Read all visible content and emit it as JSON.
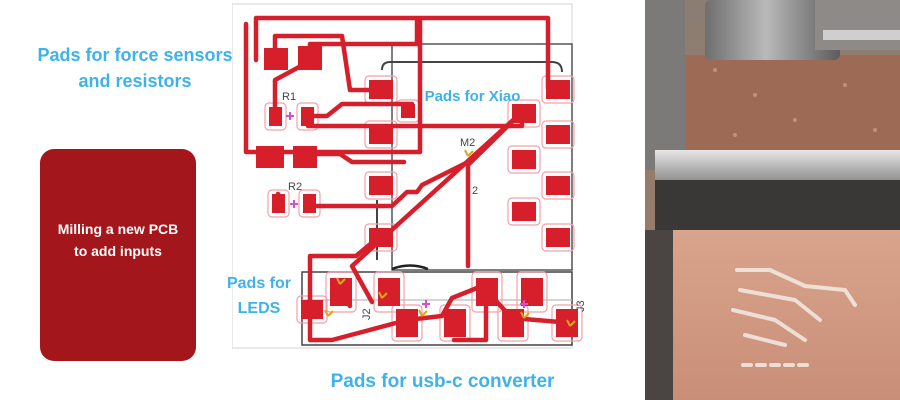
{
  "callouts": {
    "force_sensors": "Pads for force sensors and resistors",
    "xiao": "Pads for Xiao",
    "leds": "Pads for LEDS",
    "usbc": "Pads for usb-c converter"
  },
  "card": {
    "text": "Milling a new PCB to add inputs",
    "color": "#a3171c"
  },
  "pcb_labels": {
    "r1": "R1",
    "r2": "R2",
    "m2": "M2",
    "j2": "J2",
    "j3": "J3",
    "two": "2"
  },
  "colors": {
    "trace": "#d71f2b",
    "callout_text": "#3fb2e8",
    "outline": "#666666"
  }
}
